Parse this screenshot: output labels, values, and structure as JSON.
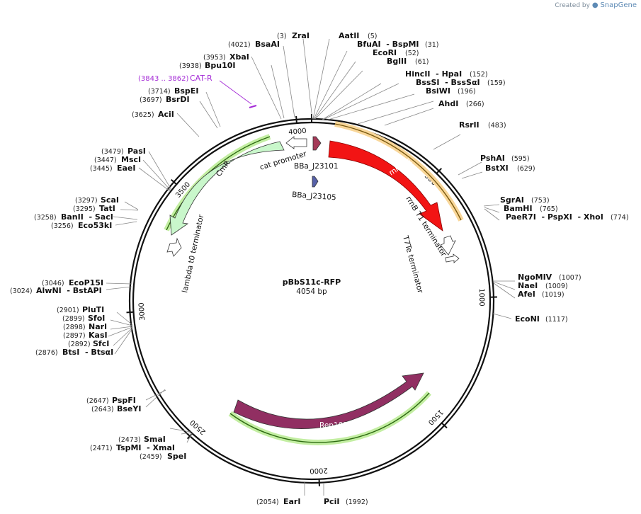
{
  "branding": {
    "created_by": "Created by",
    "app": "SnapGene"
  },
  "plasmid": {
    "name": "pBbS11c-RFP",
    "length_label": "4054 bp"
  },
  "ticks": [
    "500",
    "1000",
    "1500",
    "2000",
    "2500",
    "3000",
    "3500",
    "4000"
  ],
  "enzymes": [
    {
      "name": "ZraI",
      "pos": "(3)"
    },
    {
      "name": "AatII",
      "pos": "(5)"
    },
    {
      "name": "BfuAI  - BspMI",
      "pos": "(31)"
    },
    {
      "name": "EcoRI",
      "pos": "(52)"
    },
    {
      "name": "BglII",
      "pos": "(61)"
    },
    {
      "name": "HincII  - HpaI",
      "pos": "(152)"
    },
    {
      "name": "BssSI  - BssSαI",
      "pos": "(159)"
    },
    {
      "name": "BsiWI",
      "pos": "(196)"
    },
    {
      "name": "AhdI",
      "pos": "(266)"
    },
    {
      "name": "RsrII",
      "pos": "(483)"
    },
    {
      "name": "PshAI",
      "pos": "(595)"
    },
    {
      "name": "BstXI",
      "pos": "(629)"
    },
    {
      "name": "SgrAI",
      "pos": "(753)"
    },
    {
      "name": "BamHI",
      "pos": "(765)"
    },
    {
      "name": "PaeR7I  - PspXI  - XhoI",
      "pos": "(774)"
    },
    {
      "name": "NgoMIV",
      "pos": "(1007)"
    },
    {
      "name": "NaeI",
      "pos": "(1009)"
    },
    {
      "name": "AfeI",
      "pos": "(1019)"
    },
    {
      "name": "EcoNI",
      "pos": "(1117)"
    },
    {
      "name": "PciI",
      "pos": "(1992)"
    },
    {
      "name": "EarI",
      "pos": "(2054)"
    },
    {
      "name": "SpeI",
      "pos": "(2459)"
    },
    {
      "name": "TspMI  - XmaI",
      "pos": "(2471)"
    },
    {
      "name": "SmaI",
      "pos": "(2473)"
    },
    {
      "name": "BseYI",
      "pos": "(2643)"
    },
    {
      "name": "PspFI",
      "pos": "(2647)"
    },
    {
      "name": "BtsI  - BtsαI",
      "pos": "(2876)"
    },
    {
      "name": "SfcI",
      "pos": "(2892)"
    },
    {
      "name": "KasI",
      "pos": "(2897)"
    },
    {
      "name": "NarI",
      "pos": "(2898)"
    },
    {
      "name": "SfoI",
      "pos": "(2899)"
    },
    {
      "name": "PluTI",
      "pos": "(2901)"
    },
    {
      "name": "AlwNI  - BstAPI",
      "pos": "(3024)"
    },
    {
      "name": "EcoP15I",
      "pos": "(3046)"
    },
    {
      "name": "Eco53kI",
      "pos": "(3256)"
    },
    {
      "name": "BanII  - SacI",
      "pos": "(3258)"
    },
    {
      "name": "TatI",
      "pos": "(3295)"
    },
    {
      "name": "ScaI",
      "pos": "(3297)"
    },
    {
      "name": "EaeI",
      "pos": "(3445)"
    },
    {
      "name": "MscI",
      "pos": "(3447)"
    },
    {
      "name": "PasI",
      "pos": "(3479)"
    },
    {
      "name": "AciI",
      "pos": "(3625)"
    },
    {
      "name": "BsrDI",
      "pos": "(3697)"
    },
    {
      "name": "BspEI",
      "pos": "(3714)"
    },
    {
      "name": "Bpu10I",
      "pos": "(3938)"
    },
    {
      "name": "XbaI",
      "pos": "(3953)"
    },
    {
      "name": "BsaAI",
      "pos": "(4021)"
    }
  ],
  "primer": {
    "name": "CAT-R",
    "range": "(3843 .. 3862)"
  },
  "features": {
    "mrfp1": "mRFP1",
    "cmr": "CmR",
    "rep101": "Rep101",
    "cat_promoter": "cat promoter",
    "bba_j23101": "BBa_J23101",
    "bba_j23105": "BBa_J23105",
    "rrnb_t1": "rrnB T1 terminator",
    "t7te": "T7Te terminator",
    "lambda_t0": "lambda t0 terminator"
  },
  "colors": {
    "mrfp1": "#f21414",
    "rep101": "#912f62",
    "cmr": "#c9f7cb",
    "orf_highlight": "#f9d79a",
    "green_highlight": "#c3eea2",
    "j23101": "#a53a58",
    "j23105": "#5661a8",
    "primer": "#a42ad6"
  }
}
